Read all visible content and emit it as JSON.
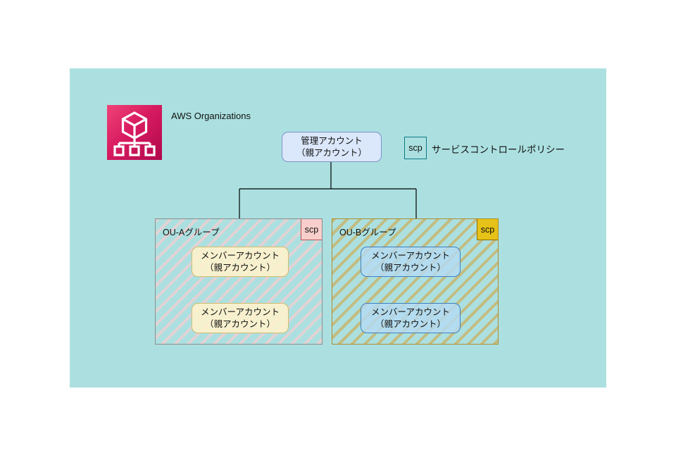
{
  "diagram": {
    "app_title": "AWS Organizations",
    "management_account": {
      "line1": "管理アカウント",
      "line2": "（親アカウント）"
    },
    "scp_legend": {
      "badge": "scp",
      "label": "サービスコントロールポリシー"
    },
    "ou_a": {
      "label": "OU-Aグループ",
      "scp_badge": "scp",
      "members": [
        {
          "line1": "メンバーアカウント",
          "line2": "（親アカウント）"
        },
        {
          "line1": "メンバーアカウント",
          "line2": "（親アカウント）"
        }
      ]
    },
    "ou_b": {
      "label": "OU-Bグループ",
      "scp_badge": "scp",
      "members": [
        {
          "line1": "メンバーアカウント",
          "line2": "（親アカウント）"
        },
        {
          "line1": "メンバーアカウント",
          "line2": "（親アカウント）"
        }
      ]
    }
  },
  "colors": {
    "canvas_background": "#ace0e0",
    "aws_icon_gradient_start": "#ef4478",
    "aws_icon_gradient_end": "#b0084d",
    "management_box_fill": "#dbe7fa",
    "management_box_border": "#7b93c9",
    "scp_legend_border": "#0e7987",
    "ou_a_border": "#8c8c8c",
    "ou_a_hatch": "#f4cdd0",
    "ou_a_scp_fill": "#f8cecc",
    "ou_a_scp_border": "#b85450",
    "ou_a_member_fill": "#fff2cc",
    "ou_a_member_border": "#d2bc6e",
    "ou_b_border": "#ab8d2f",
    "ou_b_hatch": "#cfa84e",
    "ou_b_scp_fill": "#e6c117",
    "ou_b_scp_border": "#8f6f00",
    "ou_b_member_fill": "#b4dbf3",
    "ou_b_member_border": "#3e80c0",
    "connector": "#000000"
  }
}
